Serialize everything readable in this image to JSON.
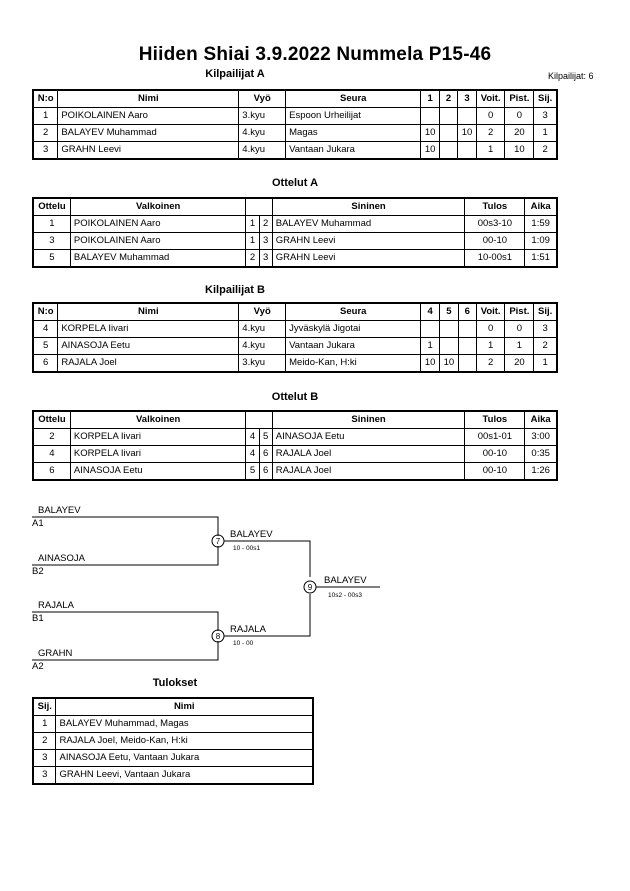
{
  "title": "Hiiden Shiai  3.9.2022  Nummela   P15-46",
  "participant_count": "Kilpailijat: 6",
  "pool_a": {
    "heading": "Kilpailijat A",
    "headers": [
      "N:o",
      "Nimi",
      "Vyö",
      "Seura",
      "1",
      "2",
      "3",
      "Voit.",
      "Pist.",
      "Sij."
    ],
    "rows": [
      [
        "1",
        "POIKOLAINEN Aaro",
        "3.kyu",
        "Espoon Urheilijat",
        "",
        "",
        "",
        "0",
        "0",
        "3"
      ],
      [
        "2",
        "BALAYEV Muhammad",
        "4.kyu",
        "Magas",
        "10",
        "",
        "10",
        "2",
        "20",
        "1"
      ],
      [
        "3",
        "GRAHN Leevi",
        "4.kyu",
        "Vantaan Jukara",
        "10",
        "",
        "",
        "1",
        "10",
        "2"
      ]
    ]
  },
  "matches_a": {
    "heading": "Ottelut A",
    "headers": [
      "Ottelu",
      "Valkoinen",
      "",
      "",
      "Sininen",
      "Tulos",
      "Aika"
    ],
    "rows": [
      [
        "1",
        "POIKOLAINEN Aaro",
        "1",
        "2",
        "BALAYEV Muhammad",
        "00s3-10",
        "1:59"
      ],
      [
        "3",
        "POIKOLAINEN Aaro",
        "1",
        "3",
        "GRAHN Leevi",
        "00-10",
        "1:09"
      ],
      [
        "5",
        "BALAYEV Muhammad",
        "2",
        "3",
        "GRAHN Leevi",
        "10-00s1",
        "1:51"
      ]
    ]
  },
  "pool_b": {
    "heading": "Kilpailijat B",
    "headers": [
      "N:o",
      "Nimi",
      "Vyö",
      "Seura",
      "4",
      "5",
      "6",
      "Voit.",
      "Pist.",
      "Sij."
    ],
    "rows": [
      [
        "4",
        "KORPELA Iivari",
        "4.kyu",
        "Jyväskylä Jigotai",
        "",
        "",
        "",
        "0",
        "0",
        "3"
      ],
      [
        "5",
        "AINASOJA Eetu",
        "4.kyu",
        "Vantaan Jukara",
        "1",
        "",
        "",
        "1",
        "1",
        "2"
      ],
      [
        "6",
        "RAJALA Joel",
        "3.kyu",
        "Meido-Kan, H:ki",
        "10",
        "10",
        "",
        "2",
        "20",
        "1"
      ]
    ]
  },
  "matches_b": {
    "heading": "Ottelut B",
    "headers": [
      "Ottelu",
      "Valkoinen",
      "",
      "",
      "Sininen",
      "Tulos",
      "Aika"
    ],
    "rows": [
      [
        "2",
        "KORPELA Iivari",
        "4",
        "5",
        "AINASOJA Eetu",
        "00s1-01",
        "3:00"
      ],
      [
        "4",
        "KORPELA Iivari",
        "4",
        "6",
        "RAJALA Joel",
        "00-10",
        "0:35"
      ],
      [
        "6",
        "AINASOJA Eetu",
        "5",
        "6",
        "RAJALA Joel",
        "00-10",
        "1:26"
      ]
    ]
  },
  "bracket": {
    "semi1": {
      "top_name": "BALAYEV",
      "top_seed": "A1",
      "bottom_name": "AINASOJA",
      "bottom_seed": "B2",
      "match_no": "7",
      "winner": "BALAYEV",
      "score": "10 - 00s1"
    },
    "semi2": {
      "top_name": "RAJALA",
      "top_seed": "B1",
      "bottom_name": "GRAHN",
      "bottom_seed": "A2",
      "match_no": "8",
      "winner": "RAJALA",
      "score": "10 - 00"
    },
    "final": {
      "match_no": "9",
      "winner": "BALAYEV",
      "score": "10s2 - 00s3"
    }
  },
  "results": {
    "heading": "Tulokset",
    "headers": [
      "Sij.",
      "Nimi"
    ],
    "rows": [
      [
        "1",
        "BALAYEV Muhammad, Magas"
      ],
      [
        "2",
        "RAJALA Joel, Meido-Kan, H:ki"
      ],
      [
        "3",
        "AINASOJA Eetu, Vantaan Jukara"
      ],
      [
        "3",
        "GRAHN Leevi, Vantaan Jukara"
      ]
    ]
  }
}
